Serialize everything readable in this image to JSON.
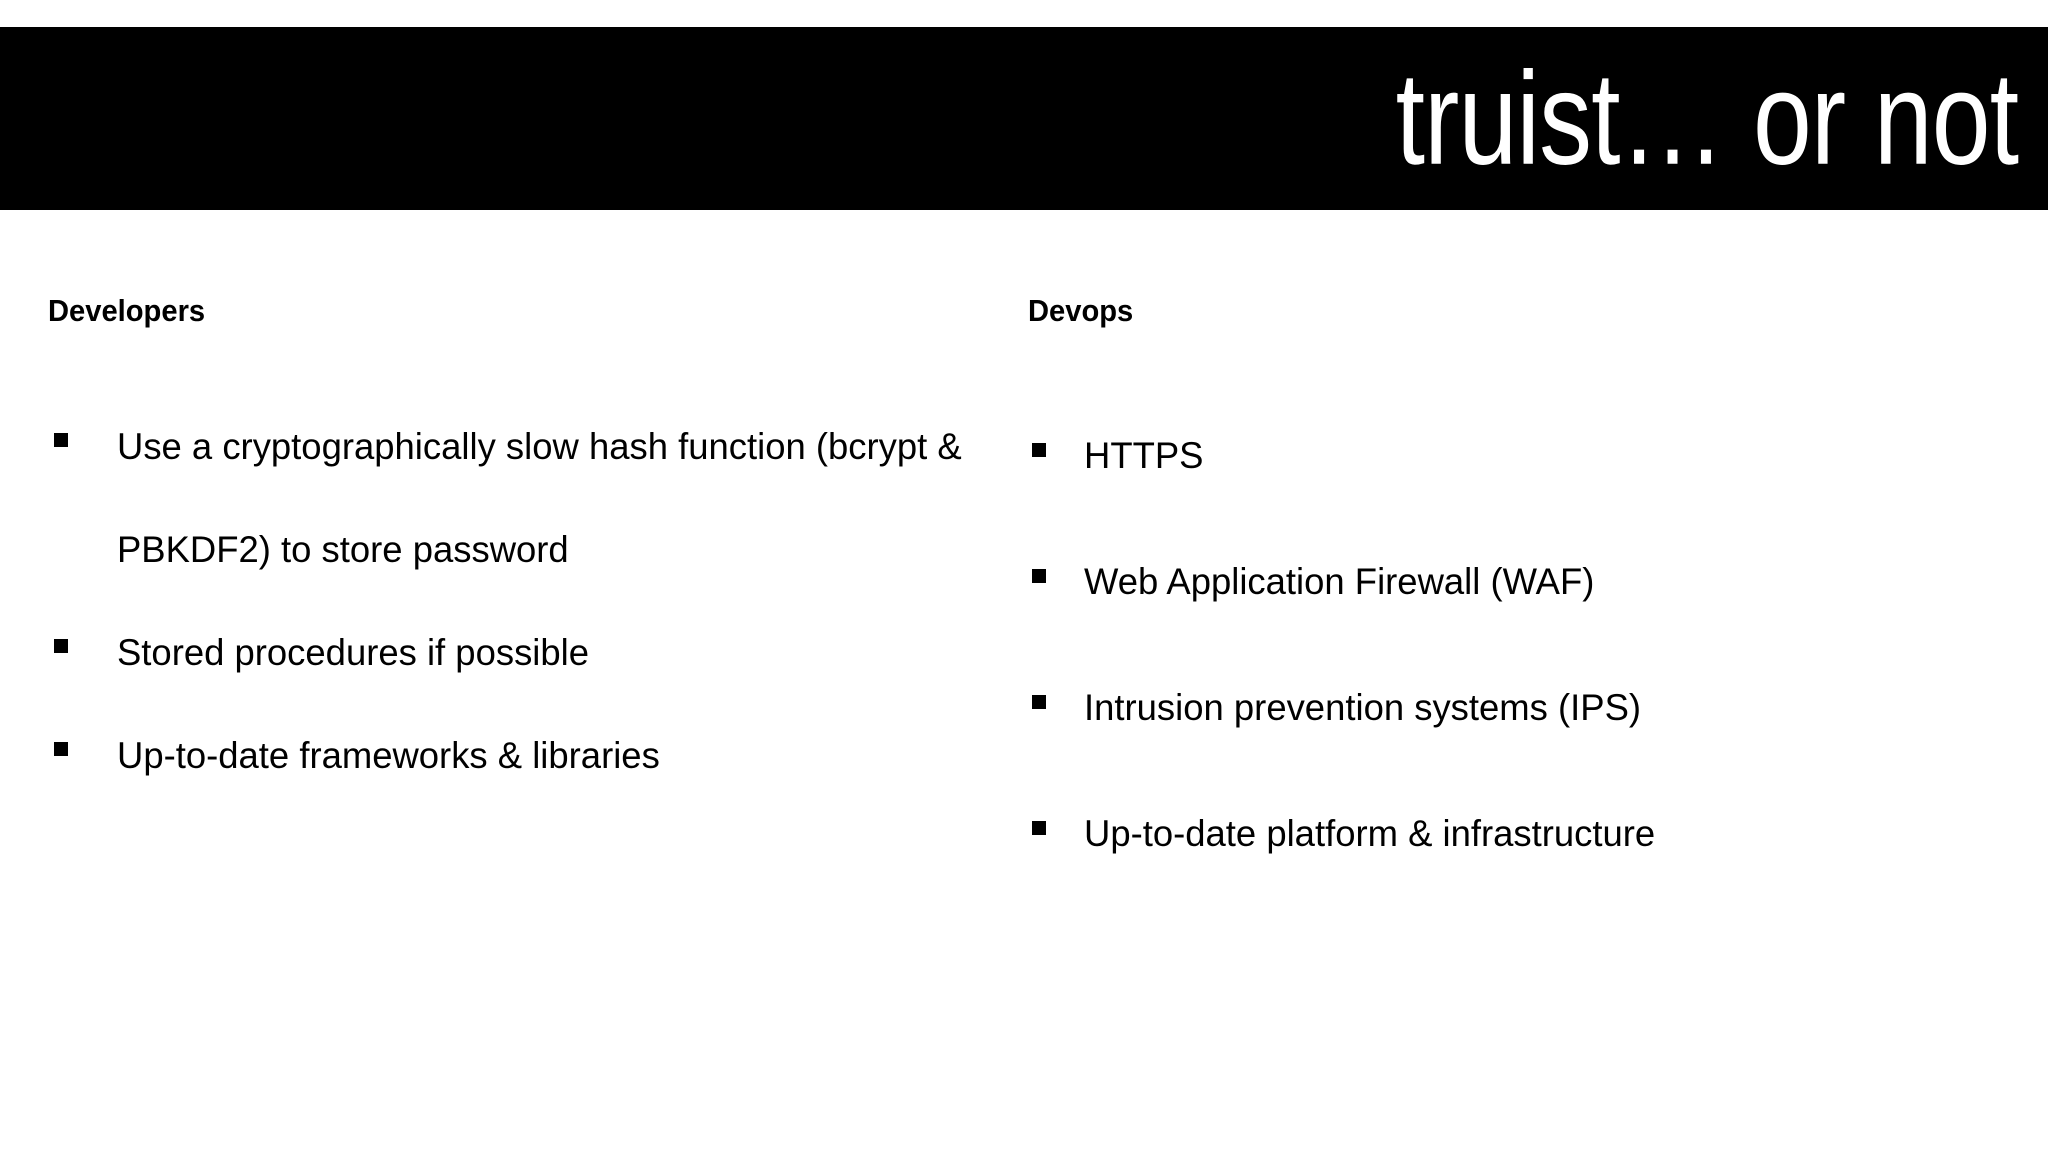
{
  "slide": {
    "title": "truist… or not",
    "background_color": "#ffffff",
    "title_bar_color": "#000000",
    "title_text_color": "#ffffff",
    "text_color": "#000000",
    "bullet_marker": "square-bullet"
  },
  "columns": [
    {
      "heading": "Developers",
      "bullets": [
        "Use a cryptographically slow hash function (bcrypt & PBKDF2) to store password",
        "Stored procedures if possible",
        "Up-to-date frameworks & libraries"
      ]
    },
    {
      "heading": "Devops",
      "bullets": [
        "HTTPS",
        "Web Application Firewall (WAF)",
        "Intrusion prevention systems (IPS)",
        "Up-to-date platform & infrastructure"
      ]
    }
  ]
}
